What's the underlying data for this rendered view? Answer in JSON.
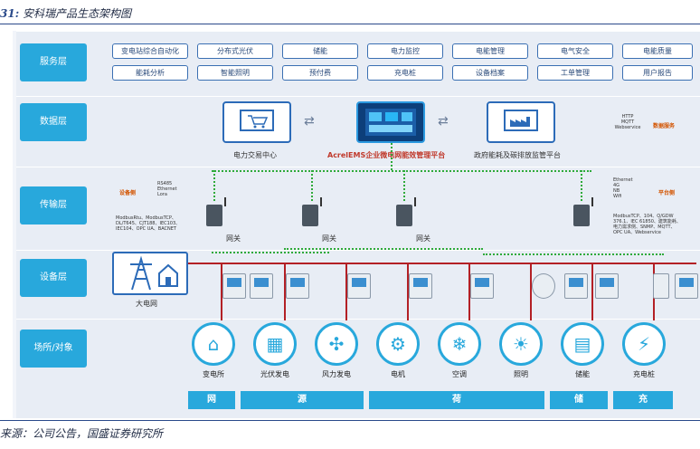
{
  "caption": {
    "number": "31:",
    "text": "安科瑞产品生态架构图"
  },
  "source": "来源：公司公告，国盛证券研究所",
  "colors": {
    "layer_label": "#28a8dc",
    "accent_red": "#b32025",
    "network_green": "#2eaa3a",
    "nav_blue": "#2a4a8a"
  },
  "layers": {
    "service": "服务层",
    "data": "数据层",
    "transport": "传输层",
    "device": "设备层",
    "site": "场所/对象"
  },
  "services": {
    "row1": [
      "变电站综合自动化",
      "分布式光伏",
      "储能",
      "电力监控",
      "电能管理",
      "电气安全",
      "电能质量"
    ],
    "row2": [
      "能耗分析",
      "智能照明",
      "预付费",
      "充电桩",
      "设备档案",
      "工单管理",
      "用户报告"
    ]
  },
  "data_layer": {
    "left_platform": "电力交易中心",
    "center_platform": "AcrelEMS企业微电网能效管理平台",
    "right_platform": "政府能耗及碳排放监管平台",
    "protocols": "HTTP\nMQTT\nWebservice",
    "protocol_tag": "数据服务",
    "left_icon": "shopping-cart-icon",
    "center_icon": "dashboard-icon",
    "right_icon": "factory-icon"
  },
  "transport_layer": {
    "device_side_tag": "设备侧",
    "device_side_net": "RS485\nEthernet\nLora",
    "device_side_protocols": "ModbusRtu、ModbusTCP、\nDL/T645、CJT188、IEC103、\nIEC104、OPC UA、BACNET",
    "platform_side_tag": "平台侧",
    "platform_side_net": "Ethernet\n4G\nNB\nWifi",
    "platform_side_protocols": "ModbusTCP、104、Q/GDW\n376.1、IEC 61850、建筑能耗、\n电力需求侧、SNMP、MQTT、\nOPC UA、Webservice",
    "gateway_label": "网关"
  },
  "device_layer": {
    "grid_label": "大电网",
    "grid_icon": "power-tower-icon"
  },
  "sites": [
    {
      "label": "变电所",
      "icon": "house-bolt-icon",
      "glyph": "⌂"
    },
    {
      "label": "光伏发电",
      "icon": "solar-panel-icon",
      "glyph": "▦"
    },
    {
      "label": "风力发电",
      "icon": "wind-turbine-icon",
      "glyph": "✣"
    },
    {
      "label": "电机",
      "icon": "motor-icon",
      "glyph": "⚙"
    },
    {
      "label": "空调",
      "icon": "air-conditioner-icon",
      "glyph": "❄"
    },
    {
      "label": "照明",
      "icon": "light-bulb-icon",
      "glyph": "☀"
    },
    {
      "label": "储能",
      "icon": "battery-cabinet-icon",
      "glyph": "▤"
    },
    {
      "label": "充电桩",
      "icon": "charging-pile-icon",
      "glyph": "⚡"
    }
  ],
  "categories": [
    "网",
    "源",
    "荷",
    "储",
    "充"
  ]
}
